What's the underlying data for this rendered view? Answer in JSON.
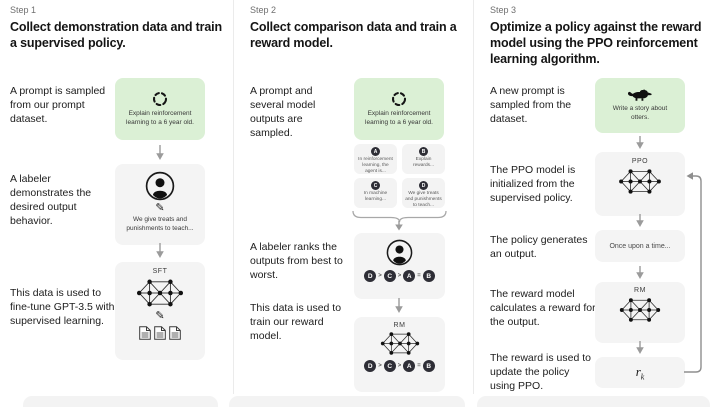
{
  "colors": {
    "prompt_box_green": "#dbf0d5",
    "card_gray": "#f4f4f4",
    "badge_dark": "#2e2e36",
    "arrow_gray": "#9b9b9b"
  },
  "columns": [
    {
      "step_label": "Step 1",
      "title": "Collect demonstration data and train a supervised policy.",
      "caption_prompt": "A prompt is sampled from our prompt dataset.",
      "prompt_box_text": "Explain reinforcement learning to a 6 year old.",
      "caption_labeler": "A labeler demonstrates the desired output behavior.",
      "labeler_box_text": "We give treats and punishments to teach...",
      "caption_train": "This data is used to fine-tune GPT-3.5 with supervised learning.",
      "model_label": "SFT"
    },
    {
      "step_label": "Step 2",
      "title": "Collect comparison data and train a reward model.",
      "caption_prompt": "A prompt and several model outputs are sampled.",
      "prompt_box_text": "Explain reinforcement learning to a 6 year old.",
      "outputs": [
        {
          "letter": "A",
          "text": "In reinforcement learning, the agent is..."
        },
        {
          "letter": "B",
          "text": "Explain rewards..."
        },
        {
          "letter": "C",
          "text": "In machine learning..."
        },
        {
          "letter": "D",
          "text": "We give treats and punishments to teach..."
        }
      ],
      "caption_labeler": "A labeler ranks the outputs from best to worst.",
      "ranking": {
        "r0": "D",
        "s0": ">",
        "r1": "C",
        "s1": ">",
        "r2": "A",
        "s2": "=",
        "r3": "B"
      },
      "caption_train": "This data is used to train our reward model.",
      "model_label": "RM"
    },
    {
      "step_label": "Step 3",
      "title": "Optimize a policy against the reward model using the PPO reinforcement learning algorithm.",
      "caption_prompt": "A new prompt is sampled from the dataset.",
      "prompt_box_text": "Write a story about otters.",
      "caption_ppo": "The PPO model is initialized from the supervised policy.",
      "ppo_label": "PPO",
      "caption_output": "The policy generates an output.",
      "output_box_text": "Once upon a time...",
      "caption_reward": "The reward model calculates a reward for the output.",
      "rm_label": "RM",
      "caption_update": "The reward is used to update the policy using PPO.",
      "reward_base": "r",
      "reward_sub": "k"
    }
  ]
}
